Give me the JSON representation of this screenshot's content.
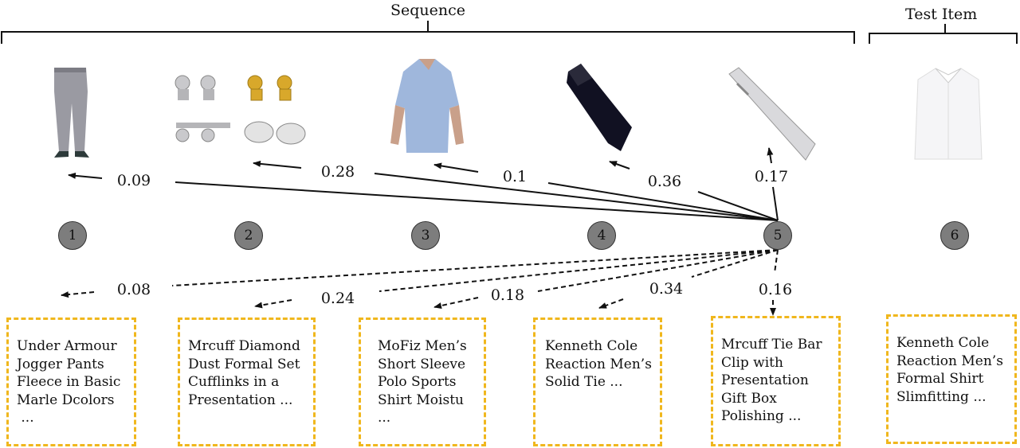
{
  "sequence_label": "Sequence",
  "test_label": "Test Item",
  "nodes": [
    "1",
    "2",
    "3",
    "4",
    "5",
    "6"
  ],
  "image_weights": [
    "0.09",
    "0.28",
    "0.1",
    "0.36",
    "0.17"
  ],
  "text_weights": [
    "0.08",
    "0.24",
    "0.18",
    "0.34",
    "0.16"
  ],
  "items": [
    {
      "image": "grey-jogger-pants",
      "text": [
        "Under Armour",
        "Jogger Pants",
        "Fleece in Basic",
        "Marle Dcolors",
        " ..."
      ]
    },
    {
      "image": "cufflinks-set",
      "text": [
        "Mrcuff Diamond",
        "Dust Formal Set",
        "Cufflinks in a",
        "Presentation ..."
      ]
    },
    {
      "image": "blue-polo-shirt",
      "text": [
        "MoFiz Men’s",
        "Short Sleeve",
        "Polo Sports",
        "Shirt Moistu",
        "..."
      ]
    },
    {
      "image": "black-tie",
      "text": [
        "Kenneth Cole",
        "Reaction Men’s",
        "Solid Tie ..."
      ]
    },
    {
      "image": "tie-bar-clip",
      "text": [
        "Mrcuff Tie Bar",
        "Clip with",
        "Presentation",
        "Gift Box",
        "Polishing ..."
      ]
    },
    {
      "image": "white-formal-shirt",
      "text": [
        "Kenneth Cole",
        "Reaction Men’s",
        "Formal Shirt",
        "Slimfitting ..."
      ]
    }
  ],
  "colors": {
    "node_fill": "#7d7d7d",
    "box_border": "#f0b71d",
    "line": "#111111"
  }
}
